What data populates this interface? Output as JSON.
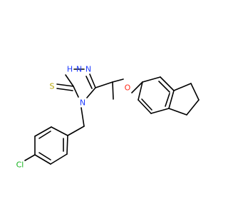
{
  "colors": {
    "background": "#ffffff",
    "bond": "#000000",
    "nitrogen": "#1f3cff",
    "sulfur": "#b7a400",
    "oxygen": "#ff2b1a",
    "chlorine": "#12b21b"
  },
  "atoms": {
    "cl": "Cl",
    "s": "S",
    "nh": "N",
    "nh_h": "H",
    "n_ring": "N",
    "n4": "N",
    "o": "O"
  }
}
